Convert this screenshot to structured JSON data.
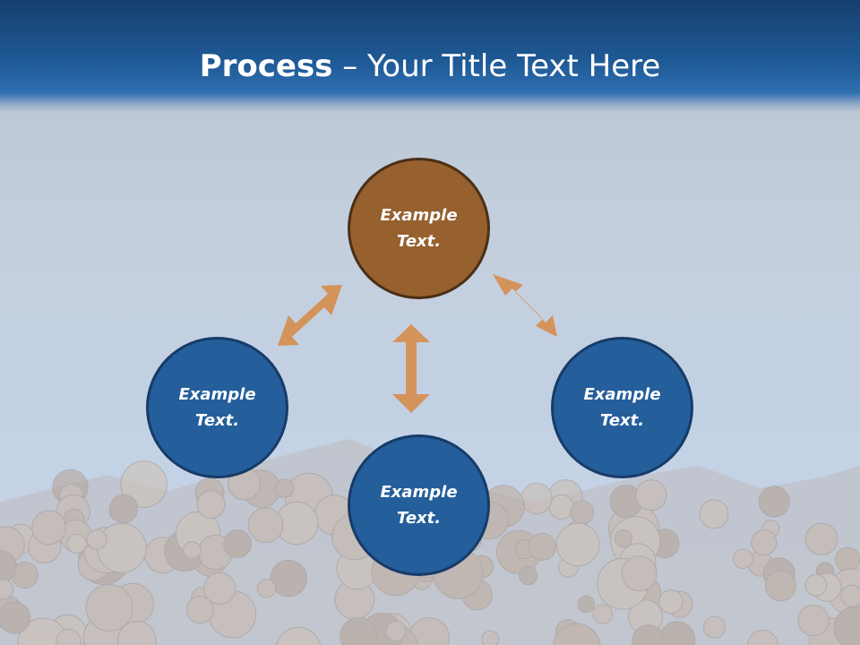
{
  "slide": {
    "title_bold": "Process",
    "title_rest": " – Your Title Text Here"
  },
  "diagram": {
    "nodes": [
      {
        "id": "top",
        "text": "Example Text.",
        "color": "#96602f"
      },
      {
        "id": "left",
        "text": "Example Text.",
        "color": "#245e9b"
      },
      {
        "id": "bottom",
        "text": "Example Text.",
        "color": "#245e9b"
      },
      {
        "id": "right",
        "text": "Example Text.",
        "color": "#245e9b"
      }
    ],
    "arrow_color": "#d4935a"
  }
}
